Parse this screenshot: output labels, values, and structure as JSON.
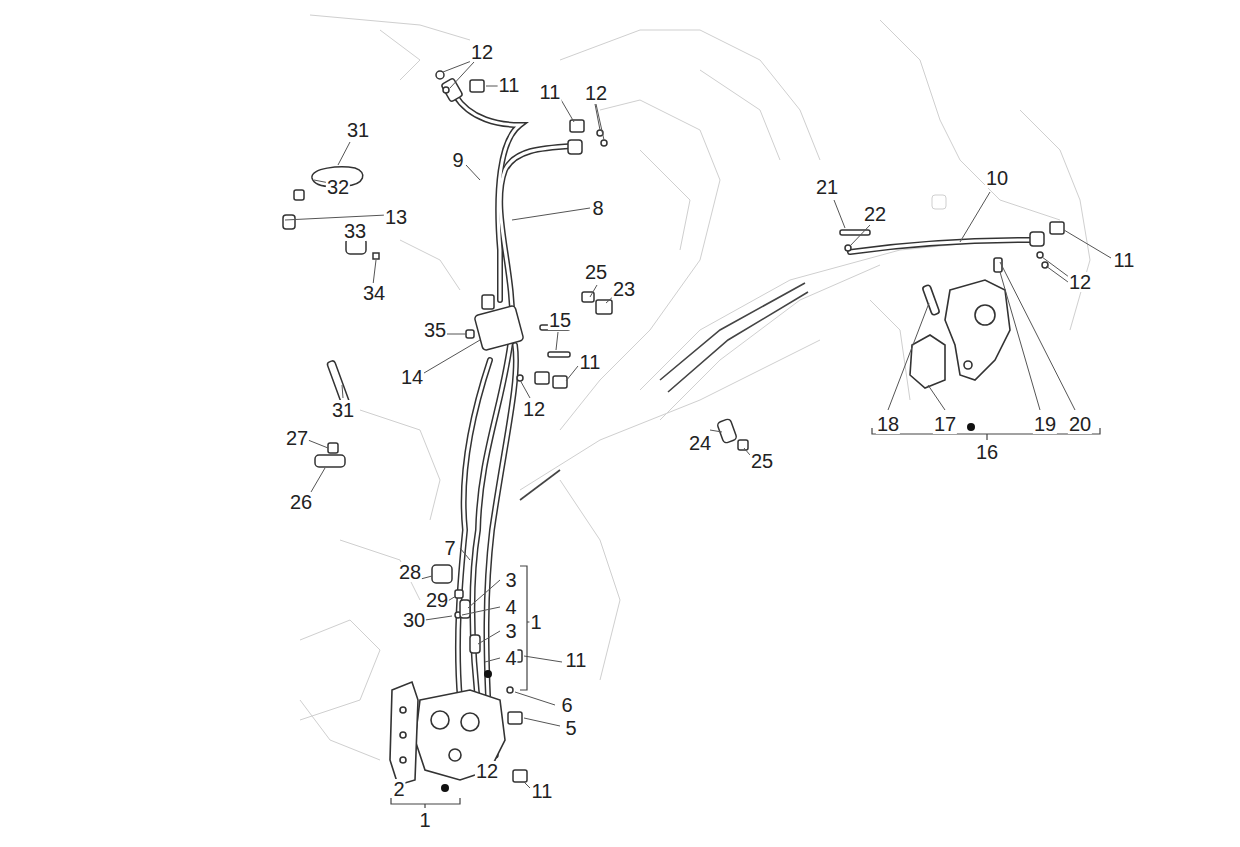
{
  "diagram": {
    "labels": [
      "12",
      "11",
      "11",
      "12",
      "31",
      "32",
      "9",
      "8",
      "13",
      "33",
      "34",
      "25",
      "23",
      "15",
      "35",
      "11",
      "14",
      "12",
      "31",
      "27",
      "26",
      "21",
      "22",
      "10",
      "11",
      "12",
      "24",
      "25",
      "18",
      "17",
      "19",
      "20",
      "16",
      "7",
      "28",
      "3",
      "4",
      "29",
      "3",
      "1",
      "30",
      "4",
      "11",
      "6",
      "5",
      "12",
      "2",
      "11",
      "1"
    ]
  }
}
